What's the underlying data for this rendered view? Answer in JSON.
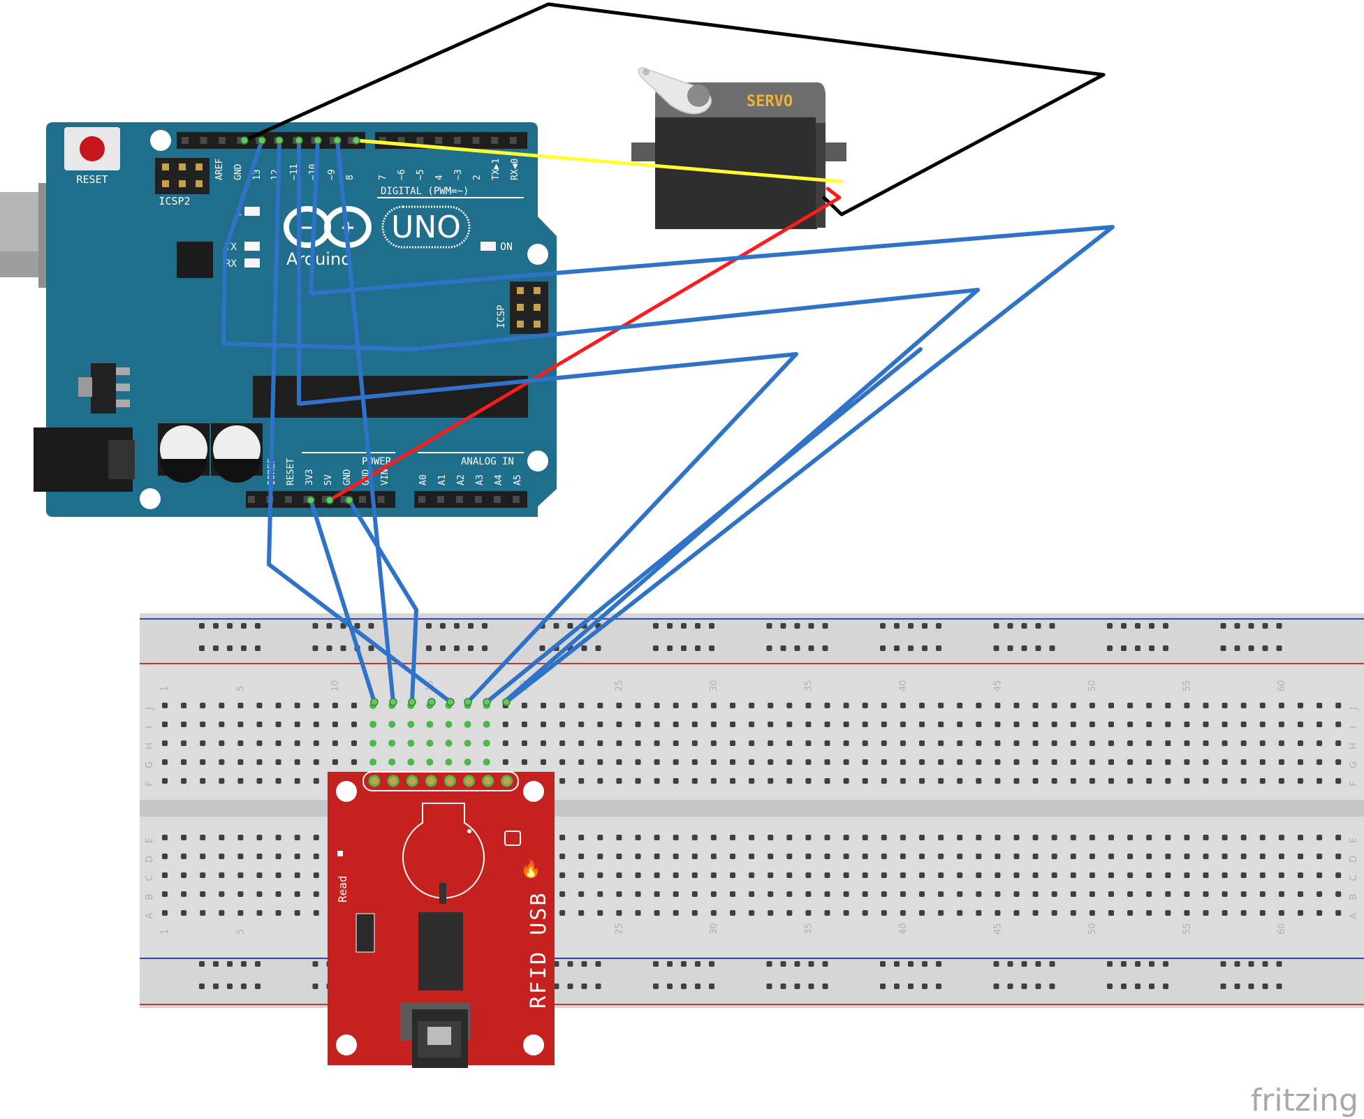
{
  "arduino": {
    "reset_label": "RESET",
    "icsp2_label": "ICSP2",
    "icsp_label": "ICSP",
    "brand": "Arduino",
    "model": "UNO",
    "digital_label": "DIGITAL (PWM=~)",
    "tx_led_label": "TX",
    "rx_led_label": "RX",
    "l_led_label": "L",
    "on_label": "ON",
    "power_label": "POWER",
    "analog_label": "ANALOG IN",
    "top_pin_labels": [
      "AREF",
      "GND",
      "13",
      "12",
      "~11",
      "~10",
      "~9",
      "8",
      "7",
      "~6",
      "~5",
      "4",
      "~3",
      "2",
      "TX▶1",
      "RX◀0"
    ],
    "power_pin_labels": [
      "IOREF",
      "RESET",
      "3V3",
      "5V",
      "GND",
      "GND",
      "VIN"
    ],
    "analog_pin_labels": [
      "A0",
      "A1",
      "A2",
      "A3",
      "A4",
      "A5"
    ]
  },
  "servo": {
    "label": "SERVO"
  },
  "breadboard": {
    "column_numbers": [
      "1",
      "5",
      "10",
      "15",
      "20",
      "25",
      "30",
      "35",
      "40",
      "45",
      "50",
      "55",
      "60"
    ],
    "row_letters_top": [
      "J",
      "I",
      "H",
      "G",
      "F"
    ],
    "row_letters_bottom": [
      "E",
      "D",
      "C",
      "B",
      "A"
    ]
  },
  "rfid": {
    "title": "RFID USB",
    "read_label": "Read"
  },
  "watermark": "fritzing",
  "colors": {
    "arduino_board": "#1f6e8c",
    "rfid_board": "#c4211f",
    "servo_body": "#3a3a3a",
    "servo_label": "#f0b12e",
    "wire_blue": "#2f73c9",
    "wire_red": "#ff1b1b",
    "wire_yellow": "#ffff33",
    "wire_black": "#000000",
    "breadboard": "#dcdcdc"
  }
}
